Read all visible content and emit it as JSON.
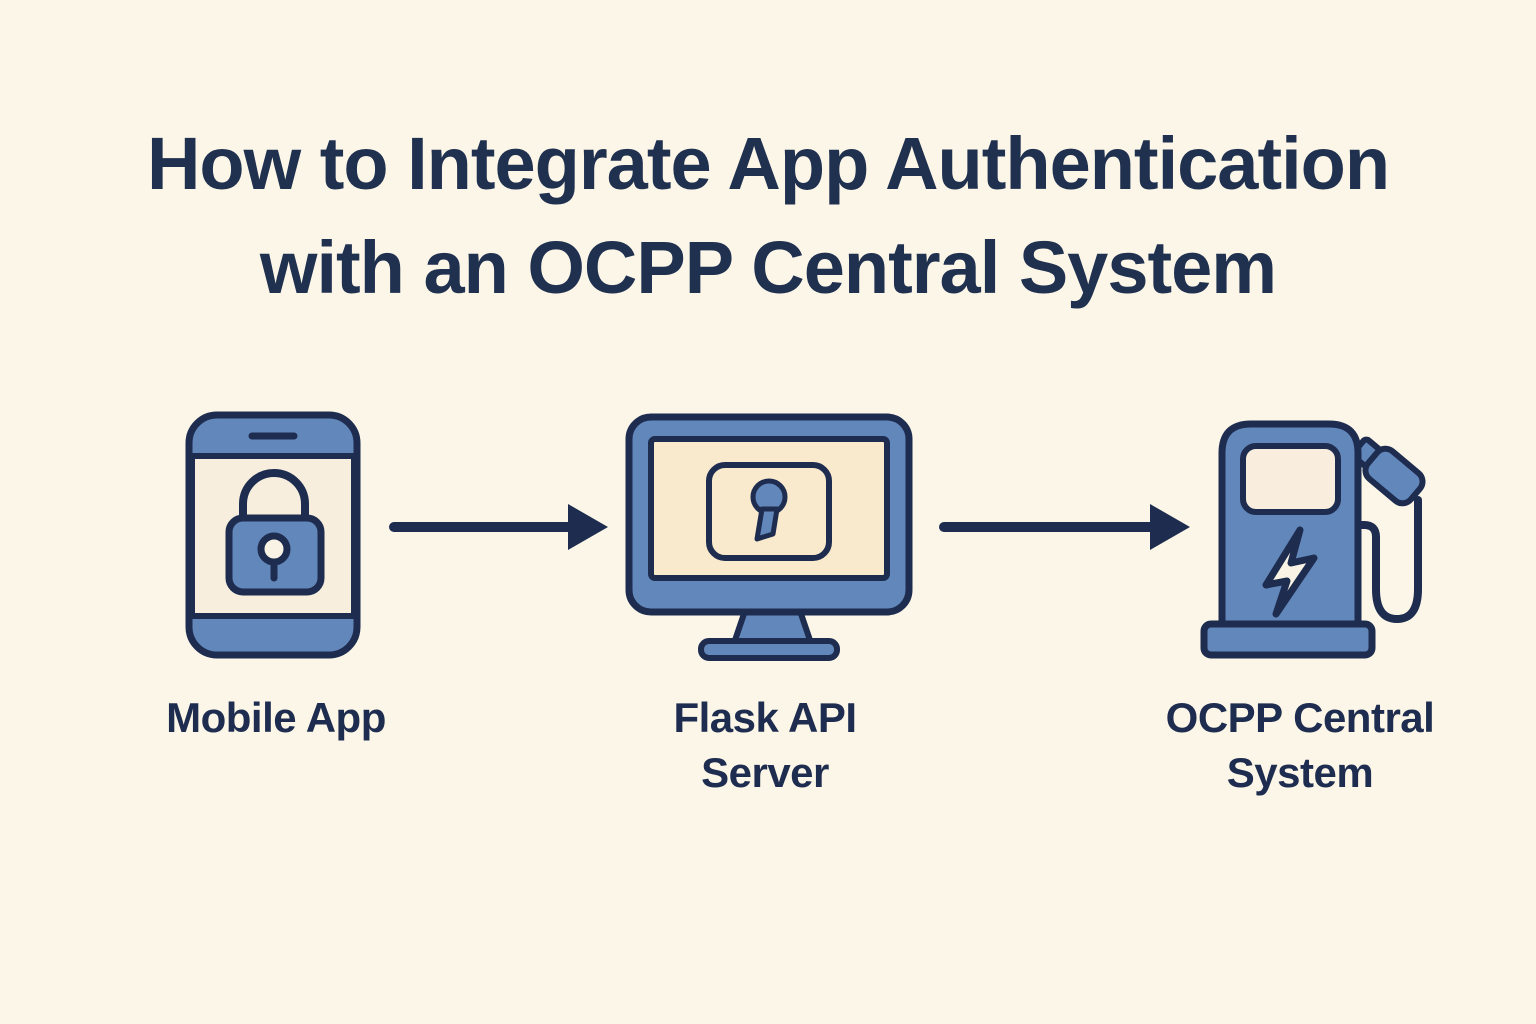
{
  "header": {
    "title": "How to Integrate App Authentication with an OCPP Central System",
    "title_line1": "How to Integrate App Authentication",
    "title_line2": "with an OCPP Central System"
  },
  "colors": {
    "background": "#fbf6e8",
    "icon_blue": "#6287bb",
    "outline_navy": "#1d2c4f",
    "title_navy": "#20304f",
    "screen_cream": "#f9e9cd",
    "phone_screen_cream": "#f7eedd",
    "charger_screen_cream": "#f9eedd",
    "keyhole_white": "#f8f3e5"
  },
  "diagram": {
    "nodes": [
      {
        "id": "mobile-app",
        "icon": "smartphone-lock-icon",
        "label": "Mobile App",
        "label_lines": [
          "Mobile App"
        ]
      },
      {
        "id": "flask-api-server",
        "icon": "monitor-keyhole-icon",
        "label": "Flask API Server",
        "label_lines": [
          "Flask API",
          "Server"
        ]
      },
      {
        "id": "ocpp-central-system",
        "icon": "ev-charging-station-icon",
        "label": "OCPP Central System",
        "label_lines": [
          "OCPP Central",
          "System"
        ]
      }
    ],
    "connections": [
      {
        "from": "mobile-app",
        "to": "flask-api-server",
        "type": "arrow-right"
      },
      {
        "from": "flask-api-server",
        "to": "ocpp-central-system",
        "type": "arrow-right"
      }
    ]
  }
}
